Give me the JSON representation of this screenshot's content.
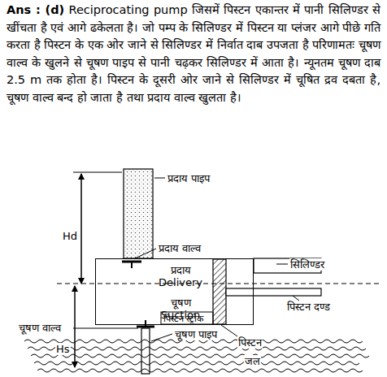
{
  "diagram": {
    "caption": "Reciprocating pump जिसमें पिस्टन एकान्तर में पानी सिलिण्डर से खींचता है एवं आगे ढकेलता है। जो पम्प के सिलिण्डर में पिस्टन या प्लंजर आगे पीछे गति करता है पिस्टन के एक ओर जाने से सिलिण्डर में निर्वात दाब उपजता है परिणामतः चूषण वाल्व के खुलने से चूषण पाइप से पानी चढ़कर सिलिण्डर में आता है। न्यूनतम चूषण दाब 2.5 m तक होता है। पिस्टन के दूसरी ओर जाने से सिलिण्डर में चूषित द्रव दबता है, चूषण वाल्व बन्द हो जाता है तथा प्रदाय वाल्व खुलता है।",
    "nodes": [
      {
        "text": [
          "प्रदाय Delivery",
          "चूषण Suction"
        ]
      }
    ],
    "labels": [
      "Ans : (d)",
      "प्रदाय पाइप",
      "Hd",
      "प्रदाय वाल्व",
      "सिलिण्डर",
      "चूषण वाल्व",
      "Hs",
      "पिस्टन स्ट्रोक",
      "चूषण पाइप",
      "पिस्टन दण्ड",
      "पिस्टन",
      "जल"
    ]
  }
}
